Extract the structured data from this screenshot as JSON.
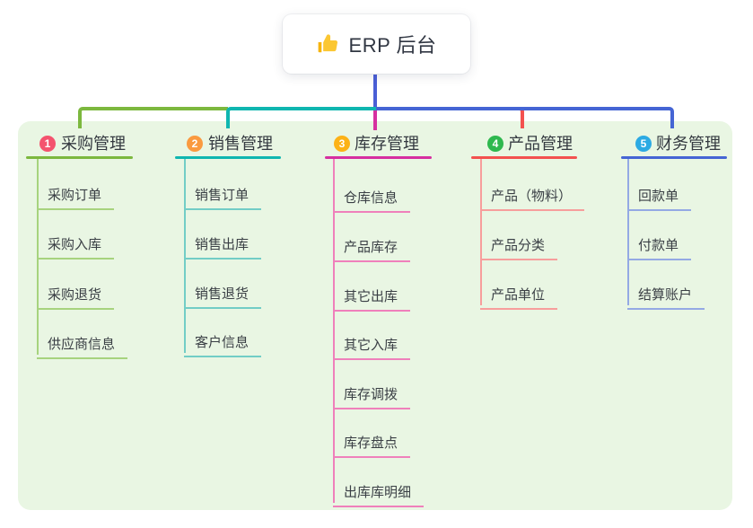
{
  "root": {
    "title": "ERP 后台",
    "icon": "thumbs-up-icon"
  },
  "branches": [
    {
      "badge": "1",
      "label": "采购管理",
      "badge_color": "#f4536e",
      "line_color": "#7cb83e",
      "light_color": "#a7d37e",
      "items": [
        "采购订单",
        "采购入库",
        "采购退货",
        "供应商信息"
      ]
    },
    {
      "badge": "2",
      "label": "销售管理",
      "badge_color": "#fa9a3f",
      "line_color": "#0fb6b0",
      "light_color": "#72cdc6",
      "items": [
        "销售订单",
        "销售出库",
        "销售退货",
        "客户信息"
      ]
    },
    {
      "badge": "3",
      "label": "库存管理",
      "badge_color": "#fcb216",
      "line_color": "#d62fa0",
      "light_color": "#ef80bb",
      "items": [
        "仓库信息",
        "产品库存",
        "其它出库",
        "其它入库",
        "库存调拨",
        "库存盘点",
        "出库库明细"
      ]
    },
    {
      "badge": "4",
      "label": "产品管理",
      "badge_color": "#2eb84e",
      "line_color": "#f3514f",
      "light_color": "#f79e9c",
      "items": [
        "产品（物料）",
        "产品分类",
        "产品单位"
      ]
    },
    {
      "badge": "5",
      "label": "财务管理",
      "badge_color": "#2caae3",
      "line_color": "#4565d4",
      "light_color": "#94a9e4",
      "items": [
        "回款单",
        "付款单",
        "结算账户"
      ]
    }
  ],
  "colors": {
    "panel_bg": "#e9f6e3",
    "root_stem": "#4a5fd6",
    "canvas_bg": "#ffffff"
  }
}
